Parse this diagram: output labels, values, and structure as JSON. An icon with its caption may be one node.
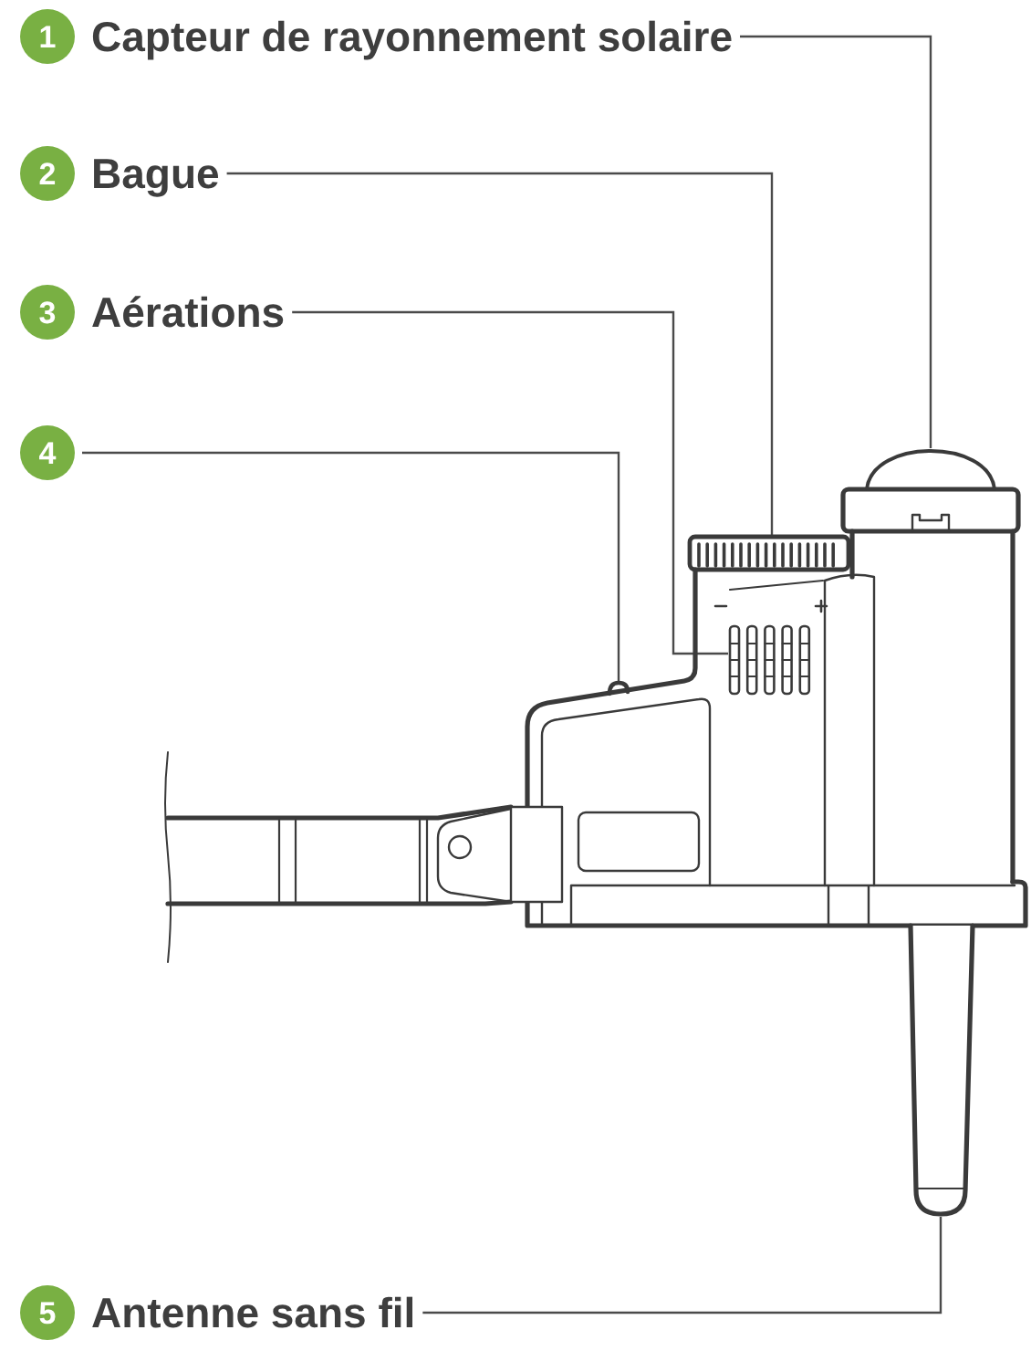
{
  "diagram": {
    "nodes": [
      {
        "text": [
          "1",
          "Capteur de rayonnement solaire"
        ]
      },
      {
        "text": [
          "2",
          "Bague"
        ]
      },
      {
        "text": [
          "3",
          "Aérations"
        ]
      },
      {
        "text": [
          "4"
        ]
      },
      {
        "text": [
          "5",
          "Antenne sans fil"
        ]
      },
      {
        "text": [],
        "shape": "picture"
      },
      {
        "text": [],
        "shape": "picture"
      },
      {
        "text": [],
        "shape": "picture"
      },
      {
        "text": [],
        "shape": "picture"
      },
      {
        "text": [],
        "shape": "picture"
      }
    ],
    "edges": [
      {
        "from": 0,
        "to": 5,
        "arrow": "none"
      },
      {
        "from": 1,
        "to": 6,
        "arrow": "none"
      },
      {
        "from": 2,
        "to": 7,
        "arrow": "none"
      },
      {
        "from": 3,
        "to": 8,
        "arrow": "none"
      },
      {
        "from": 4,
        "to": 9,
        "arrow": "none"
      }
    ]
  }
}
